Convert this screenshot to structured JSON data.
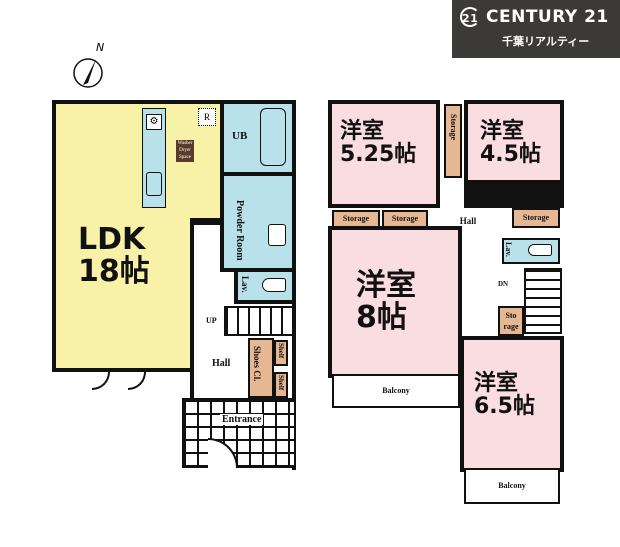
{
  "brand": {
    "logo_mark": "21",
    "name": "CENTURY 21",
    "subtitle": "千葉リアルティー",
    "bg_color": "#3b3a38"
  },
  "compass": {
    "label": "N"
  },
  "floor1": {
    "ldk": {
      "name": "LDK",
      "size": "18帖",
      "color": "#f8f1a8"
    },
    "fridge_label": "R",
    "washer_label": "Washer Dryer Space",
    "unit_bath": "UB",
    "powder_room": "Powder Room",
    "lavatory": "Lav.",
    "stairs_label": "UP",
    "hall": "Hall",
    "shoes_closet": "Shoes Cl.",
    "shelf_labels": [
      "Shelf",
      "Shelf"
    ],
    "entrance": "Entrance"
  },
  "floor2": {
    "rooms": [
      {
        "name": "洋室",
        "size": "5.25帖"
      },
      {
        "name": "洋室",
        "size": "4.5帖"
      },
      {
        "name": "洋室",
        "size": "8帖"
      },
      {
        "name": "洋室",
        "size": "6.5帖"
      }
    ],
    "storage_labels": [
      "Storage",
      "Storage",
      "Storage",
      "Storage",
      "Sto rage"
    ],
    "hall": "Hall",
    "lavatory": "Lav.",
    "stairs_label": "DN",
    "balconies": [
      "Balcony",
      "Balcony"
    ],
    "room_color": "#f9dde1"
  }
}
